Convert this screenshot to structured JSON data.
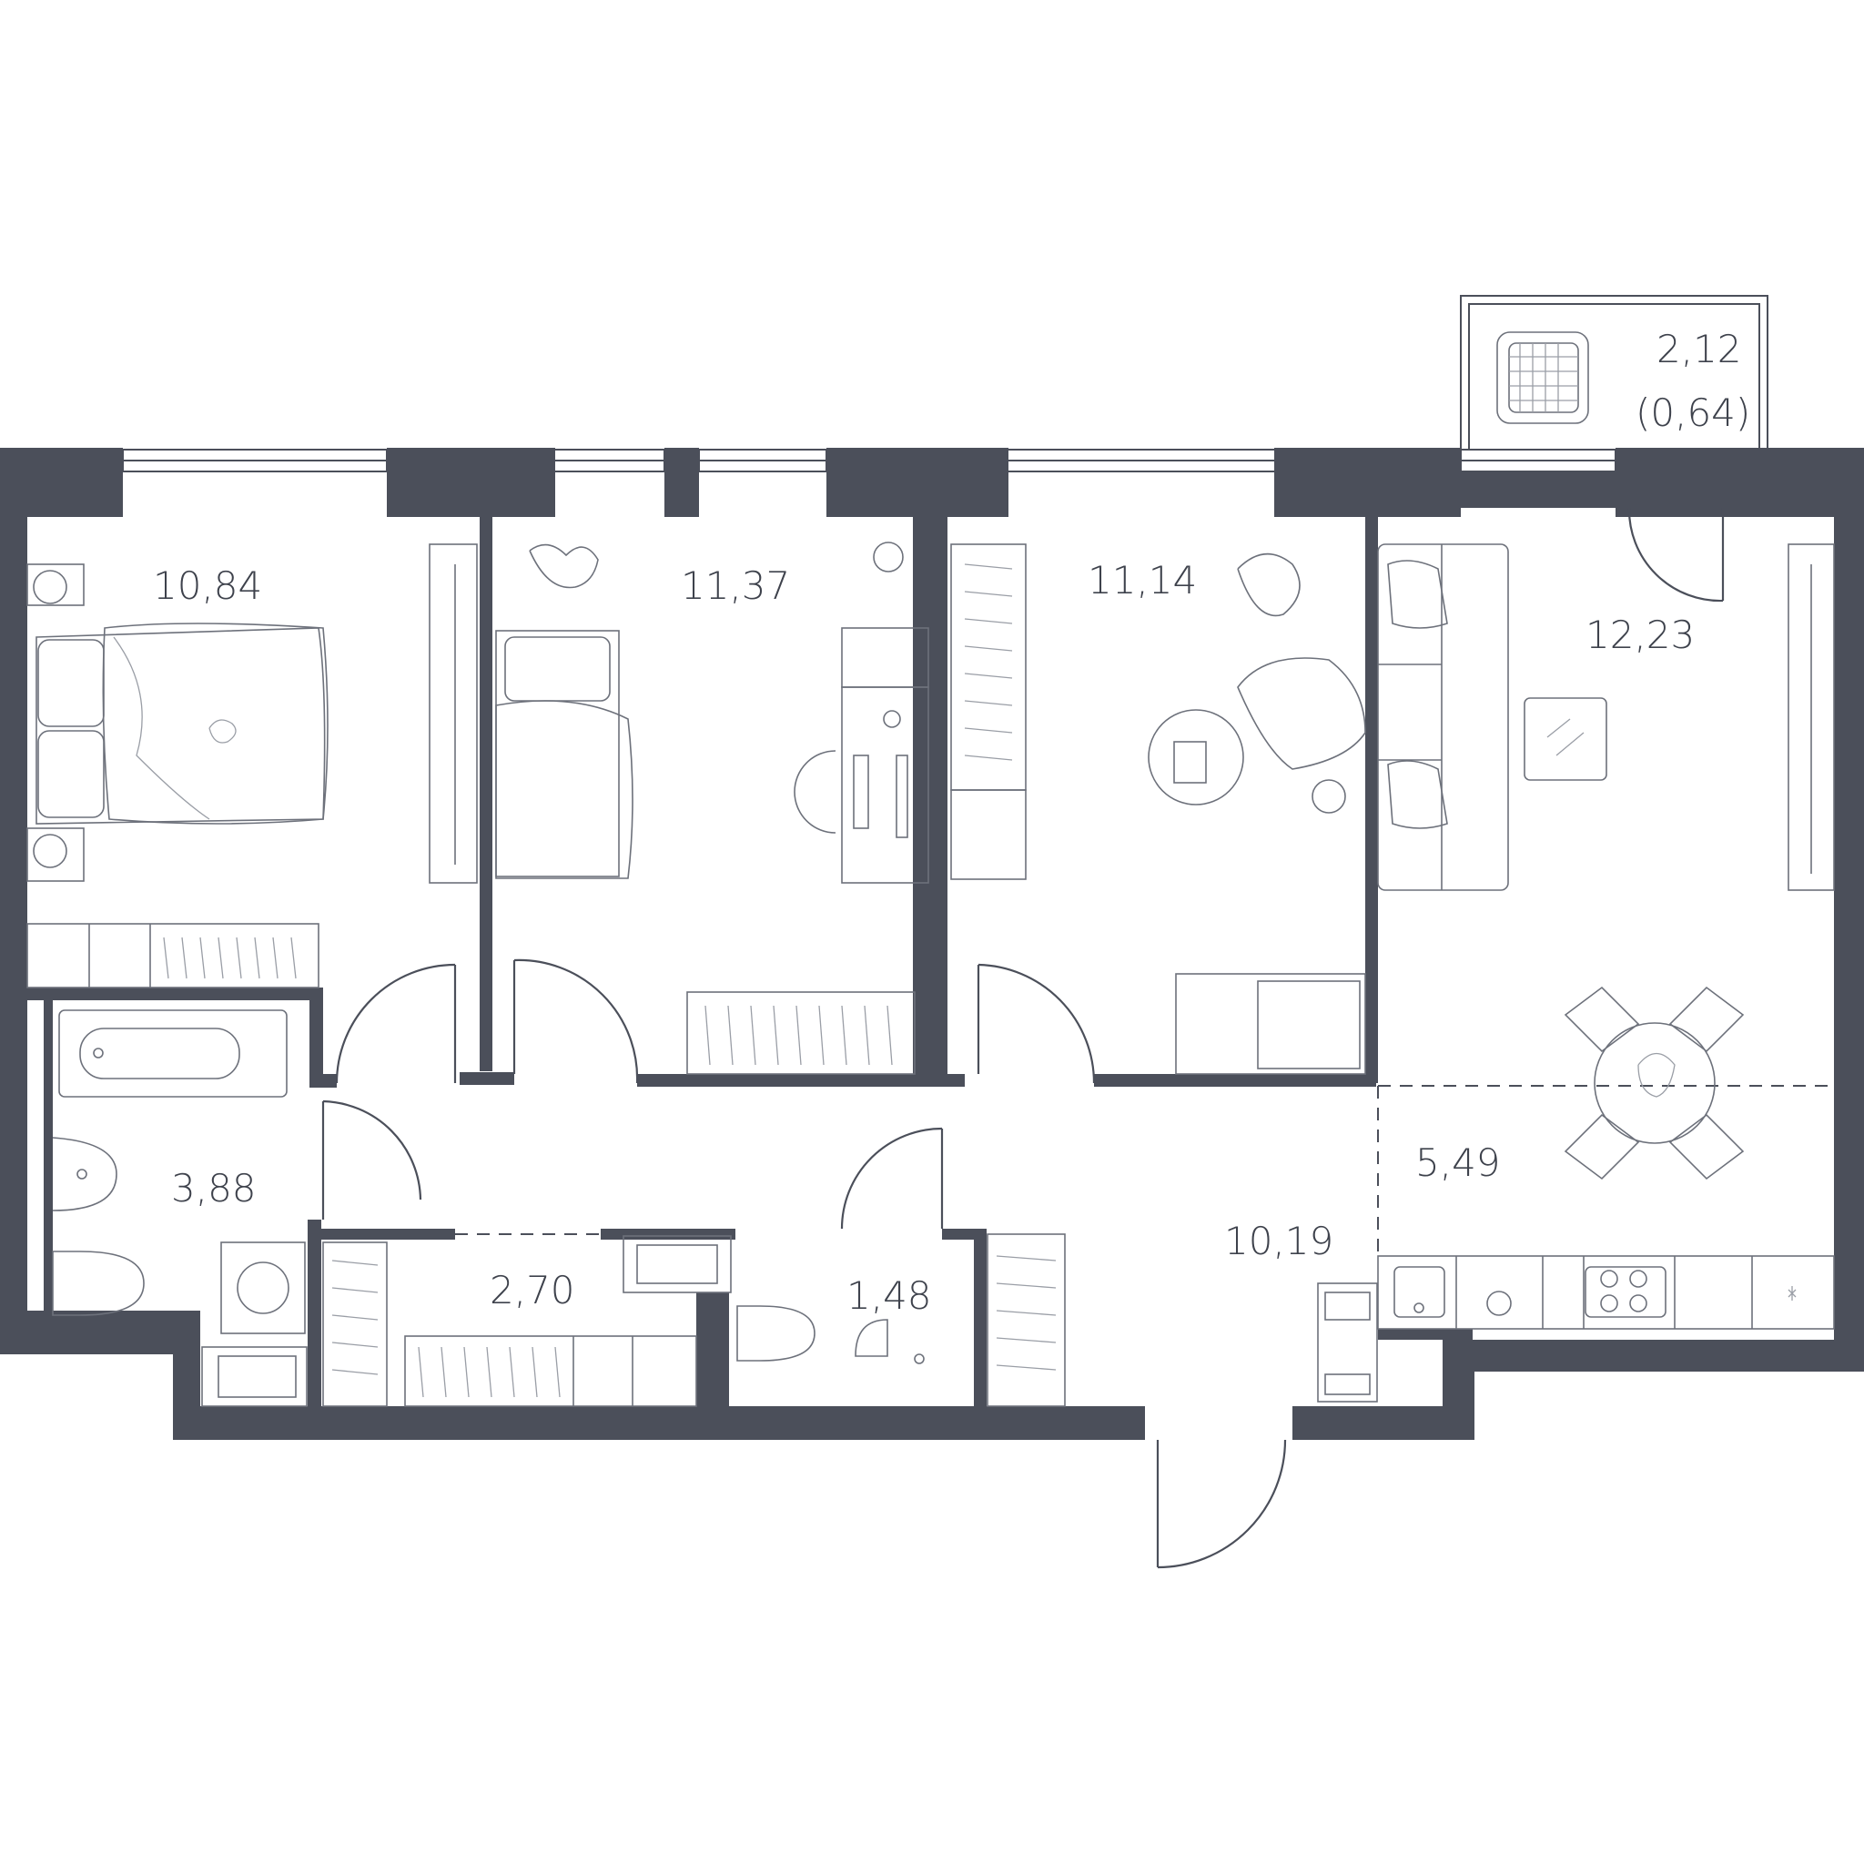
{
  "rooms": {
    "bedroom_1": {
      "area": "10,84"
    },
    "bedroom_2": {
      "area": "11,37"
    },
    "bedroom_3": {
      "area": "11,14"
    },
    "living_room": {
      "area": "12,23"
    },
    "balcony": {
      "area": "2,12",
      "reduced_area": "(0,64)"
    },
    "bathroom": {
      "area": "3,88"
    },
    "wardrobe": {
      "area": "2,70"
    },
    "toilet": {
      "area": "1,48"
    },
    "hallway": {
      "area": "10,19"
    },
    "kitchen": {
      "area": "5,49"
    }
  },
  "colors": {
    "wall": "#4b4f5a",
    "furniture": "#6d717b",
    "background": "#ffffff"
  }
}
